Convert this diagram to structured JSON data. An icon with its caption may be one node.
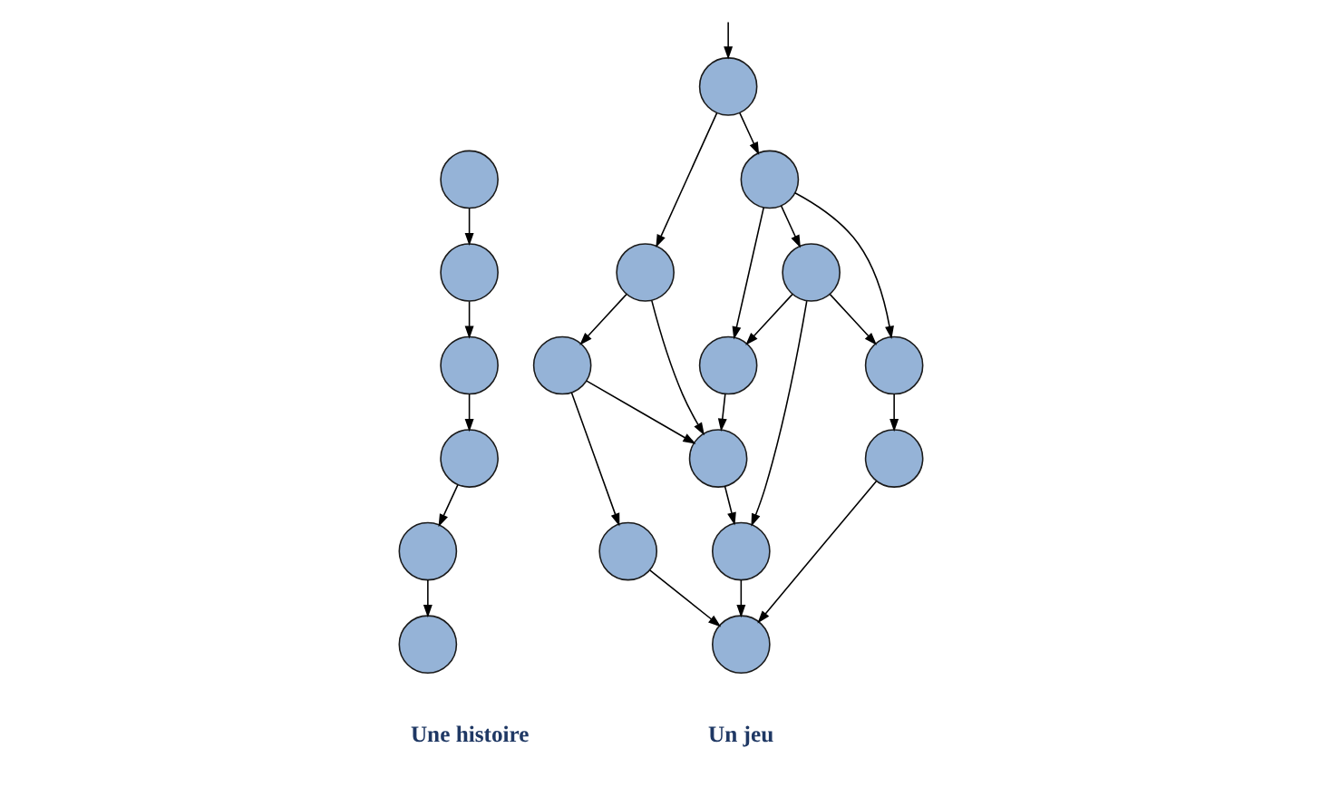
{
  "diagram": {
    "nodes": [
      {
        "text": [],
        "shape": "circle"
      },
      {
        "text": [],
        "shape": "circle"
      },
      {
        "text": [],
        "shape": "circle"
      },
      {
        "text": [],
        "shape": "circle"
      },
      {
        "text": [],
        "shape": "circle"
      },
      {
        "text": [],
        "shape": "circle"
      },
      {
        "text": [],
        "shape": "circle"
      },
      {
        "text": [],
        "shape": "circle"
      },
      {
        "text": [],
        "shape": "circle"
      },
      {
        "text": [],
        "shape": "circle"
      },
      {
        "text": [],
        "shape": "circle"
      },
      {
        "text": [],
        "shape": "circle"
      },
      {
        "text": [],
        "shape": "circle"
      },
      {
        "text": [],
        "shape": "circle"
      },
      {
        "text": [],
        "shape": "circle"
      },
      {
        "text": [],
        "shape": "circle"
      },
      {
        "text": [],
        "shape": "circle"
      },
      {
        "text": [],
        "shape": "circle"
      }
    ],
    "edges": [
      {
        "from": 0,
        "to": 1,
        "arrow": "to"
      },
      {
        "from": 1,
        "to": 2,
        "arrow": "to"
      },
      {
        "from": 2,
        "to": 3,
        "arrow": "to"
      },
      {
        "from": 3,
        "to": 4,
        "arrow": "to"
      },
      {
        "from": 4,
        "to": 5,
        "arrow": "to"
      },
      {
        "from": null,
        "to": 6,
        "arrow": "to"
      },
      {
        "from": 6,
        "to": 7,
        "arrow": "to"
      },
      {
        "from": 6,
        "to": 9,
        "arrow": "to"
      },
      {
        "from": 9,
        "to": 8,
        "arrow": "to"
      },
      {
        "from": 8,
        "to": 10,
        "arrow": "to"
      },
      {
        "from": 7,
        "to": 10,
        "arrow": "to"
      },
      {
        "from": 11,
        "to": 8,
        "arrow": "to"
      },
      {
        "from": 9,
        "to": 11,
        "arrow": "to"
      },
      {
        "from": 9,
        "to": 12,
        "arrow": "to"
      },
      {
        "from": 7,
        "to": 14,
        "arrow": "to"
      },
      {
        "from": 14,
        "to": 10,
        "arrow": "to"
      },
      {
        "from": 10,
        "to": 13,
        "arrow": "to"
      },
      {
        "from": 11,
        "to": 12,
        "arrow": "to"
      },
      {
        "from": 11,
        "to": 13,
        "arrow": "to"
      },
      {
        "from": 12,
        "to": 15,
        "arrow": "to"
      },
      {
        "from": 14,
        "to": 16,
        "arrow": "to"
      },
      {
        "from": 13,
        "to": 17,
        "arrow": "to"
      },
      {
        "from": 16,
        "to": 17,
        "arrow": "to"
      },
      {
        "from": 15,
        "to": 17,
        "arrow": "to"
      }
    ],
    "labels": [
      "Une histoire",
      "Un jeu"
    ]
  }
}
